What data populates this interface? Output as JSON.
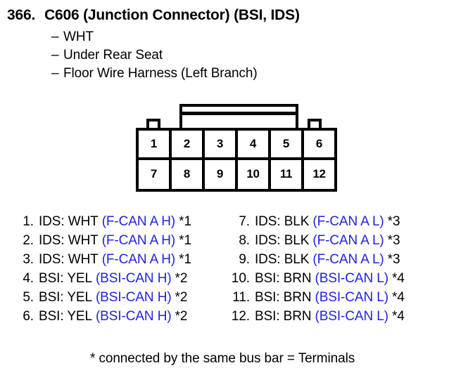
{
  "header": {
    "number": "366.",
    "title": "C606 (Junction Connector) (BSI, IDS)",
    "sub_lines": [
      {
        "dash": "–",
        "text": "WHT"
      },
      {
        "dash": "–",
        "text": "Under Rear Seat"
      },
      {
        "dash": "–",
        "text": "Floor Wire Harness (Left Branch)"
      }
    ]
  },
  "connector": {
    "rows": [
      {
        "cells": [
          "1",
          "2",
          "3",
          "4",
          "5",
          "6"
        ]
      },
      {
        "cells": [
          "7",
          "8",
          "9",
          "10",
          "11",
          "12"
        ]
      }
    ]
  },
  "pin_list": {
    "left": [
      {
        "index": "1.",
        "desc": "IDS: WHT",
        "signal": "(F-CAN A H)",
        "note": "*1"
      },
      {
        "index": "2.",
        "desc": "IDS: WHT",
        "signal": "(F-CAN A H)",
        "note": "*1"
      },
      {
        "index": "3.",
        "desc": "IDS: WHT",
        "signal": "(F-CAN A H)",
        "note": "*1"
      },
      {
        "index": "4.",
        "desc": "BSI: YEL",
        "signal": "(BSI-CAN H)",
        "note": "*2"
      },
      {
        "index": "5.",
        "desc": "BSI: YEL",
        "signal": "(BSI-CAN H)",
        "note": "*2"
      },
      {
        "index": "6.",
        "desc": "BSI: YEL",
        "signal": "(BSI-CAN H)",
        "note": "*2"
      }
    ],
    "right": [
      {
        "index": "7.",
        "desc": "IDS: BLK",
        "signal": "(F-CAN A L)",
        "note": "*3"
      },
      {
        "index": "8.",
        "desc": "IDS: BLK",
        "signal": "(F-CAN A L)",
        "note": "*3"
      },
      {
        "index": "9.",
        "desc": "IDS: BLK",
        "signal": "(F-CAN A L)",
        "note": "*3"
      },
      {
        "index": "10.",
        "desc": "BSI: BRN",
        "signal": "(BSI-CAN L)",
        "note": "*4"
      },
      {
        "index": "11.",
        "desc": "BSI: BRN",
        "signal": "(BSI-CAN L)",
        "note": "*4"
      },
      {
        "index": "12.",
        "desc": "BSI: BRN",
        "signal": "(BSI-CAN L)",
        "note": "*4"
      }
    ]
  },
  "footnote": "* connected by the same bus bar = Terminals",
  "colors": {
    "signal_blue": "#2222dd",
    "text_black": "#000000",
    "background": "#ffffff"
  }
}
